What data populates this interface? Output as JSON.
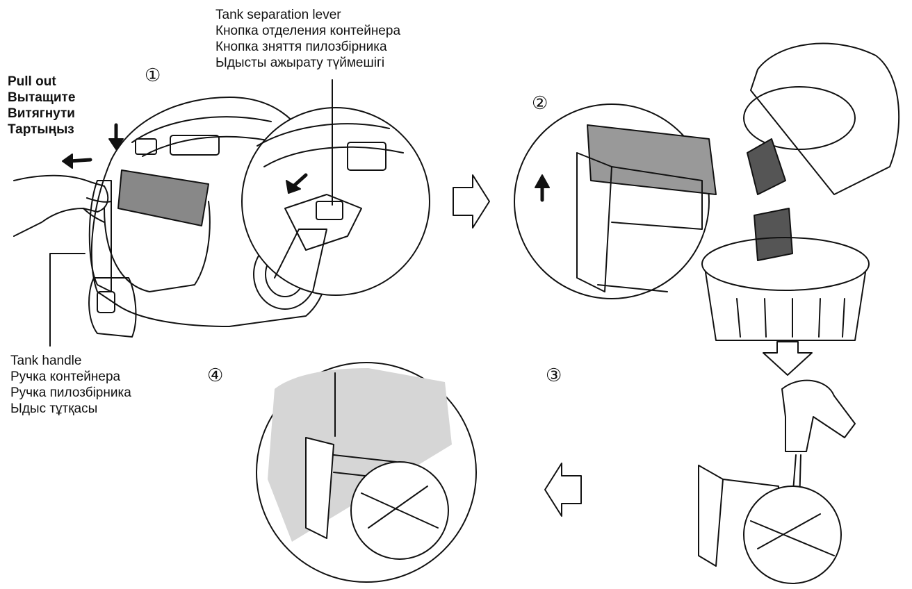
{
  "labels": {
    "pull_out": [
      "Pull out",
      "Вытащите",
      "Витягнути",
      "Тартыңыз"
    ],
    "tank_separation_lever": [
      "Tank separation lever",
      "Кнопка отделения контейнера",
      "Кнопка зняття пилозбірника",
      "Ыдысты ажырату түймешігі"
    ],
    "tank_handle": [
      "Tank handle",
      "Ручка контейнера",
      "Ручка пилозбірника",
      "Ыдыс тұтқасы"
    ]
  },
  "steps": [
    "①",
    "②",
    "③",
    "④"
  ]
}
